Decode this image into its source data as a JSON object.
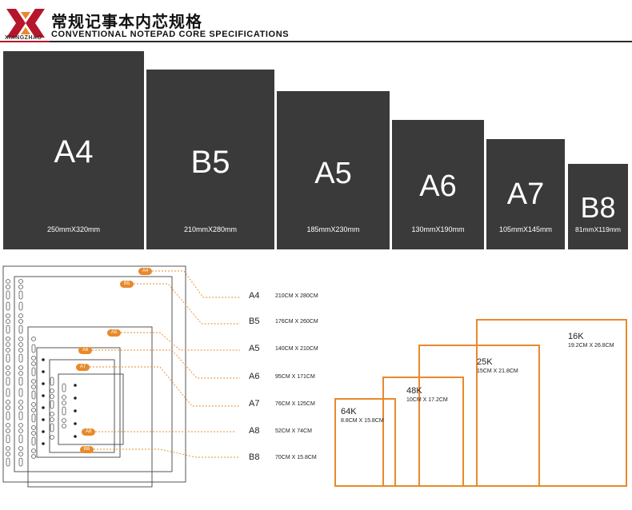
{
  "header": {
    "brand": "XIANGZHAO",
    "title_cn": "常规记事本内芯规格",
    "title_en": "CONVENTIONAL NOTEPAD CORE SPECIFICATIONS"
  },
  "formats": [
    {
      "name": "A4",
      "size": "250mmX320mm"
    },
    {
      "name": "B5",
      "size": "210mmX280mm"
    },
    {
      "name": "A5",
      "size": "185mmX230mm"
    },
    {
      "name": "A6",
      "size": "130mmX190mm"
    },
    {
      "name": "A7",
      "size": "105mmX145mm"
    },
    {
      "name": "B8",
      "size": "81mmX119mm"
    }
  ],
  "refills": [
    {
      "name": "A4",
      "size": "210CM X 280CM"
    },
    {
      "name": "B5",
      "size": "176CM X 260CM"
    },
    {
      "name": "A5",
      "size": "140CM X 210CM"
    },
    {
      "name": "A6",
      "size": "95CM X 171CM"
    },
    {
      "name": "A7",
      "size": "76CM X 125CM"
    },
    {
      "name": "A8",
      "size": "52CM X 74CM"
    },
    {
      "name": "B8",
      "size": "70CM X 15.8CM"
    }
  ],
  "k_sizes": [
    {
      "name": "16K",
      "size": "19.2CM X 26.8CM"
    },
    {
      "name": "25K",
      "size": "15CM X 21.8CM"
    },
    {
      "name": "48K",
      "size": "10CM X 17.2CM"
    },
    {
      "name": "64K",
      "size": "8.8CM X 15.8CM"
    }
  ],
  "colors": {
    "card": "#3a3a3a",
    "accent": "#e8892b",
    "brand_red": "#b5162b"
  }
}
